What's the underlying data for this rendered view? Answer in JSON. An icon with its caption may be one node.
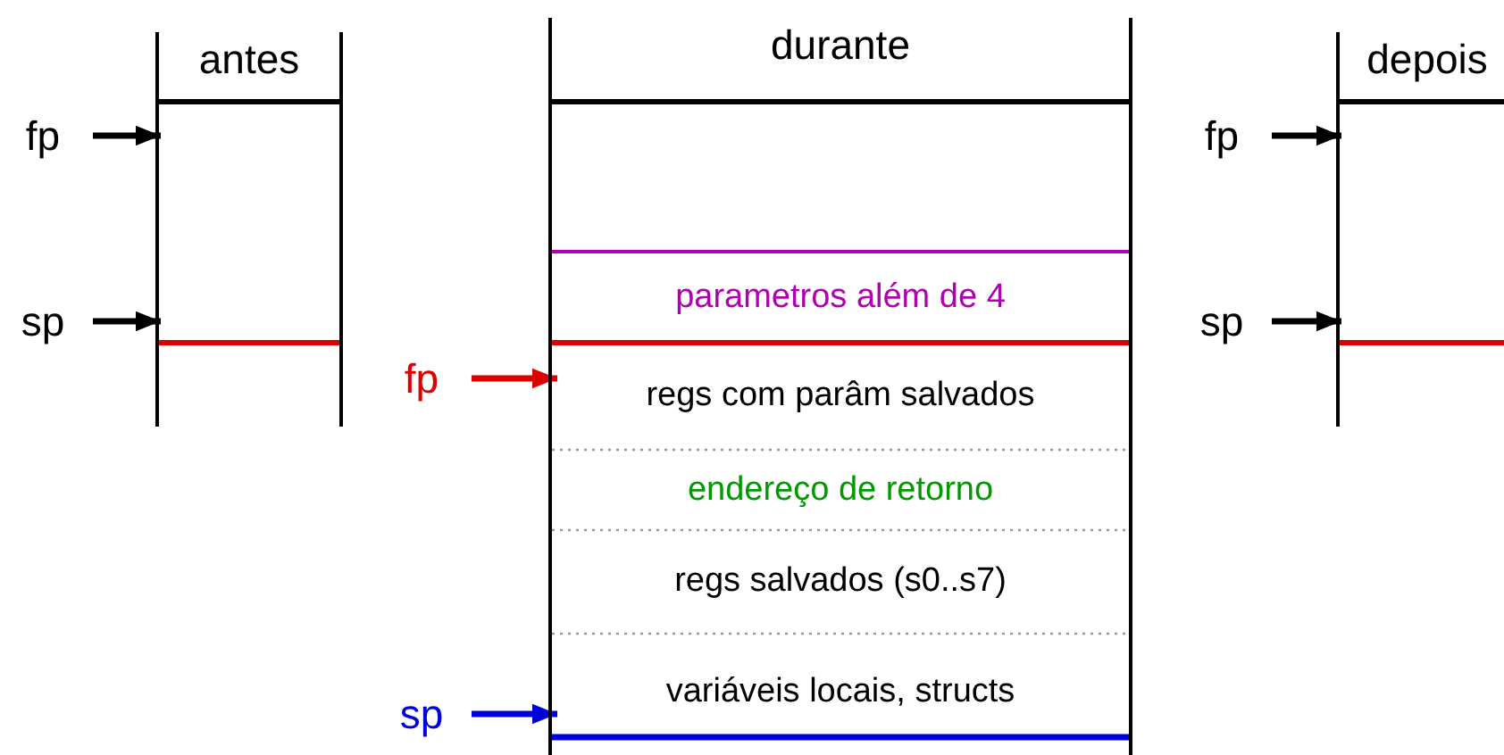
{
  "diagram": {
    "nodes": [
      {
        "text": [
          "antes"
        ]
      },
      {
        "text": [
          "fp"
        ]
      },
      {
        "text": [
          "sp"
        ]
      },
      {
        "text": [
          "durante"
        ]
      },
      {
        "text": [
          "parametros além de 4"
        ],
        "in": 3
      },
      {
        "text": [
          "regs com parâm salvados"
        ],
        "in": 3
      },
      {
        "text": [
          "endereço de retorno"
        ],
        "in": 3
      },
      {
        "text": [
          "regs salvados (s0..s7)"
        ],
        "in": 3
      },
      {
        "text": [
          "variáveis locais, structs"
        ],
        "in": 3
      },
      {
        "text": [
          "fp"
        ]
      },
      {
        "text": [
          "sp"
        ]
      },
      {
        "text": [
          "depois"
        ]
      },
      {
        "text": [
          "fp"
        ]
      },
      {
        "text": [
          "sp"
        ]
      }
    ],
    "edges": [
      {
        "from": 1,
        "to": 0,
        "arrow": "to"
      },
      {
        "from": 2,
        "to": 0,
        "arrow": "to"
      },
      {
        "from": 9,
        "to": 5,
        "arrow": "to",
        "color": "#dd0000"
      },
      {
        "from": 10,
        "to": 8,
        "arrow": "to",
        "color": "#0000dd"
      },
      {
        "from": 12,
        "to": 11,
        "arrow": "to"
      },
      {
        "from": 13,
        "to": 11,
        "arrow": "to"
      }
    ]
  }
}
